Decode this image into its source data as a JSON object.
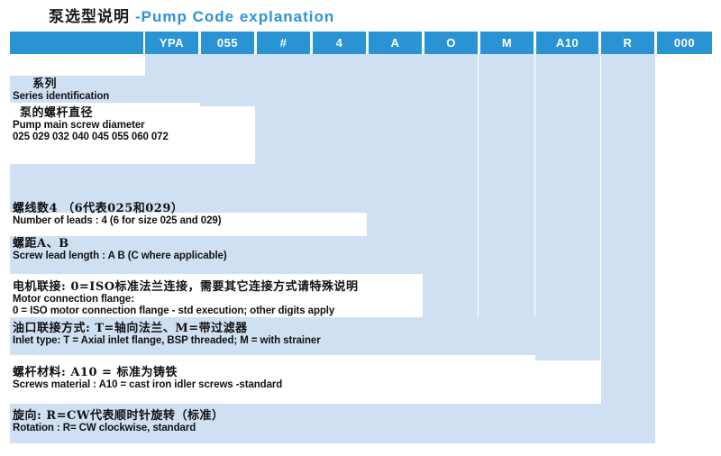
{
  "title": {
    "cn": "泵选型说明",
    "en": "-Pump Code explanation"
  },
  "colors": {
    "header_blue": "#2a93d4",
    "band_blue": "#cfe0f3",
    "title_blue": "#2a93d4",
    "text": "#111111",
    "background": "#ffffff"
  },
  "code_row": {
    "cells": [
      {
        "label": "YPA"
      },
      {
        "label": "055"
      },
      {
        "label": "#"
      },
      {
        "label": "4"
      },
      {
        "label": "A"
      },
      {
        "label": "O"
      },
      {
        "label": "M"
      },
      {
        "label": "A10"
      },
      {
        "label": "R"
      },
      {
        "label": "000"
      }
    ]
  },
  "rows": [
    {
      "key": "series",
      "cn": "系列",
      "en": [
        "Series identification"
      ]
    },
    {
      "key": "screw_diameter",
      "cn": "泵的螺杆直径",
      "en": [
        "Pump main screw diameter",
        "025 029 032 040 045 055 060 072"
      ]
    },
    {
      "key": "leads",
      "cn": "螺线数4 （6代表025和029）",
      "en": [
        "Number of leads : 4 (6 for size 025 and 029)"
      ]
    },
    {
      "key": "lead_length",
      "cn": "螺距A、B",
      "en": [
        "Screw lead length : A B (C where applicable)"
      ]
    },
    {
      "key": "motor_flange",
      "cn": "电机联接: 0=ISO标准法兰连接，需要其它连接方式请特殊说明",
      "en": [
        "Motor connection flange:",
        "0 = ISO motor connection flange - std execution; other digits apply"
      ]
    },
    {
      "key": "inlet_type",
      "cn": "油口联接方式: T=轴向法兰、M=带过滤器",
      "en": [
        "Inlet type: T = Axial inlet flange, BSP threaded; M = with strainer"
      ]
    },
    {
      "key": "screw_material",
      "cn": "螺杆材料: A10 = 标准为铸铁",
      "en": [
        "Screws material : A10 = cast iron idler screws -standard"
      ]
    },
    {
      "key": "rotation",
      "cn": "旋向: R=CW代表顺时针旋转（标准）",
      "en": [
        "Rotation : R= CW clockwise, standard"
      ]
    }
  ]
}
